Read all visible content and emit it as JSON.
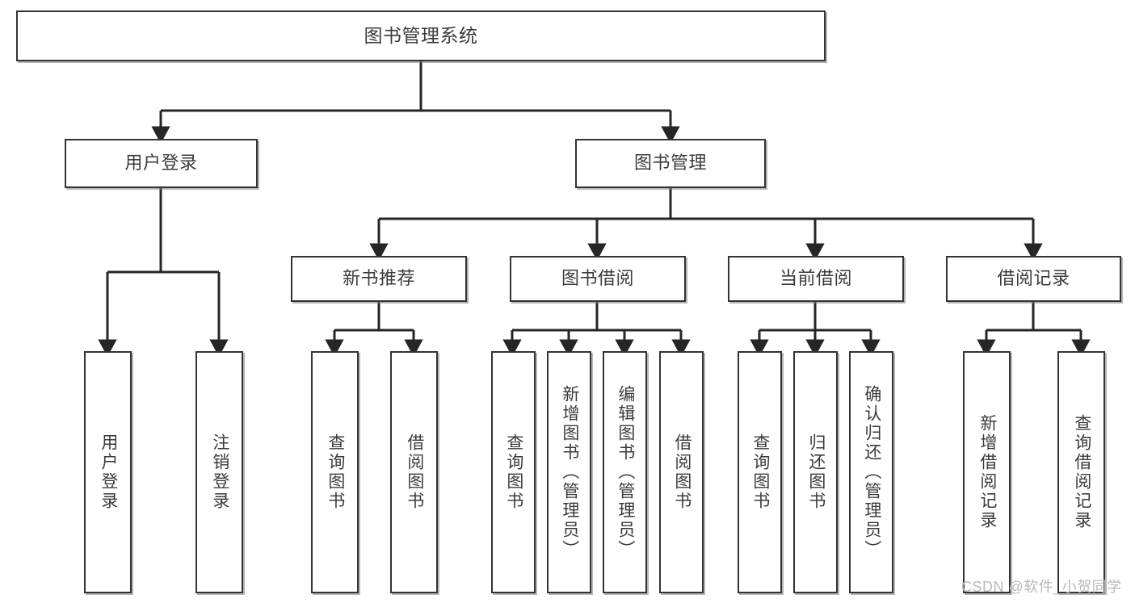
{
  "diagram": {
    "title": "图书管理系统",
    "type": "tree",
    "watermark": "CSDN @软件_小贺同学",
    "colors": {
      "box_border": "#333333",
      "box_fill": "#ffffff",
      "text": "#3b3b3b",
      "edge": "#262626",
      "watermark": "#b9b9b9",
      "background": "#ffffff"
    },
    "nodes": {
      "root": {
        "label": "图书管理系统"
      },
      "level2": [
        {
          "label": "用户登录"
        },
        {
          "label": "图书管理"
        }
      ],
      "level3": [
        {
          "label": "新书推荐"
        },
        {
          "label": "图书借阅"
        },
        {
          "label": "当前借阅"
        },
        {
          "label": "借阅记录"
        }
      ],
      "leaves": {
        "user_login": [
          {
            "label": "用户登录"
          },
          {
            "label": "注销登录"
          }
        ],
        "new_book": [
          {
            "label": "查询图书"
          },
          {
            "label": "借阅图书"
          }
        ],
        "book_borrow": [
          {
            "label": "查询图书"
          },
          {
            "label": "新增图书（管理员）"
          },
          {
            "label": "编辑图书（管理员）"
          },
          {
            "label": "借阅图书"
          }
        ],
        "current_borrow": [
          {
            "label": "查询图书"
          },
          {
            "label": "归还图书"
          },
          {
            "label": "确认归还（管理员）"
          }
        ],
        "borrow_record": [
          {
            "label": "新增借阅记录"
          },
          {
            "label": "查询借阅记录"
          }
        ]
      }
    },
    "edges": [
      {
        "from": "图书管理系统",
        "to": "用户登录"
      },
      {
        "from": "图书管理系统",
        "to": "图书管理"
      },
      {
        "from": "用户登录",
        "to": "用户登录"
      },
      {
        "from": "用户登录",
        "to": "注销登录"
      },
      {
        "from": "图书管理",
        "to": "新书推荐"
      },
      {
        "from": "图书管理",
        "to": "图书借阅"
      },
      {
        "from": "图书管理",
        "to": "当前借阅"
      },
      {
        "from": "图书管理",
        "to": "借阅记录"
      },
      {
        "from": "新书推荐",
        "to": "查询图书"
      },
      {
        "from": "新书推荐",
        "to": "借阅图书"
      },
      {
        "from": "图书借阅",
        "to": "查询图书"
      },
      {
        "from": "图书借阅",
        "to": "新增图书（管理员）"
      },
      {
        "from": "图书借阅",
        "to": "编辑图书（管理员）"
      },
      {
        "from": "图书借阅",
        "to": "借阅图书"
      },
      {
        "from": "当前借阅",
        "to": "查询图书"
      },
      {
        "from": "当前借阅",
        "to": "归还图书"
      },
      {
        "from": "当前借阅",
        "to": "确认归还（管理员）"
      },
      {
        "from": "借阅记录",
        "to": "新增借阅记录"
      },
      {
        "from": "借阅记录",
        "to": "查询借阅记录"
      }
    ]
  }
}
